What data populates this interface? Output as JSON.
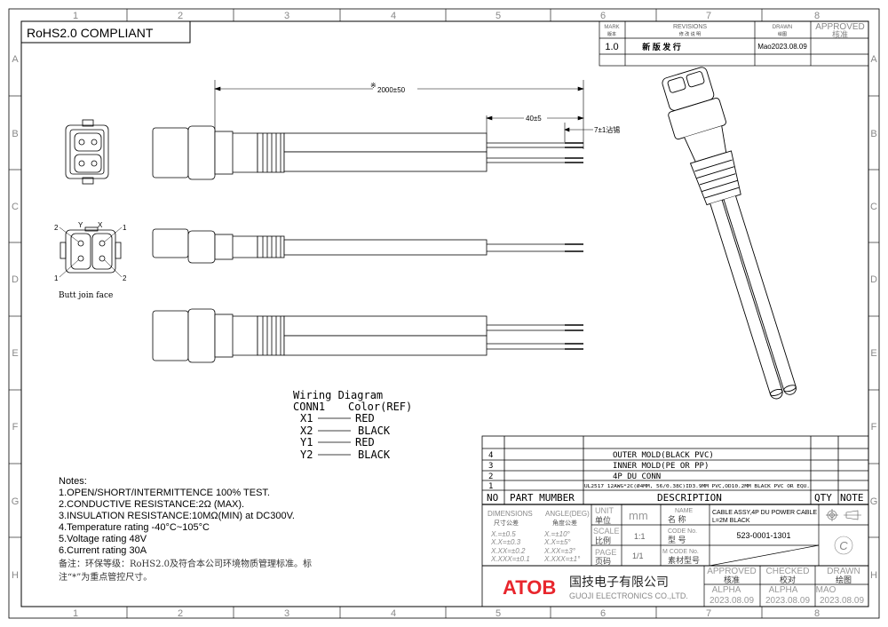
{
  "frame": {
    "columns": [
      "1",
      "2",
      "3",
      "4",
      "5",
      "6",
      "7",
      "8"
    ],
    "rows": [
      "A",
      "B",
      "C",
      "D",
      "E",
      "F",
      "G",
      "H"
    ]
  },
  "compliance_label": "RoHS2.0 COMPLIANT",
  "revisions": {
    "headers": {
      "mark": "MARK",
      "mark_cn": "版本",
      "revisions": "REVISIONS",
      "revisions_cn": "修 改 说 明",
      "drawn": "DRAWN",
      "drawn_cn": "绘图",
      "approved": "APPROVED",
      "approved_cn": "核准"
    },
    "rows": [
      {
        "mark": "1.0",
        "description": "新 版 发 行",
        "drawn": "Mao2023.08.09",
        "approved": ""
      }
    ]
  },
  "dimensions": {
    "overall": "2000±50",
    "overall_mark": "※",
    "strip_jacket": "40±5",
    "strip_wire": "7±1沾锡"
  },
  "connector_face": {
    "label": "Butt join face",
    "pins": {
      "y": "Y",
      "x": "X",
      "n2_left": "2",
      "n1_right": "1",
      "n1_left": "1",
      "n2_right": "2"
    }
  },
  "wiring": {
    "title": "Wiring  Diagram",
    "conn": "CONN1",
    "color_header": "Color(REF)",
    "rows": [
      {
        "pin": "X1",
        "color": "RED"
      },
      {
        "pin": "X2",
        "color": "BLACK"
      },
      {
        "pin": "Y1",
        "color": "RED"
      },
      {
        "pin": "Y2",
        "color": "BLACK"
      }
    ]
  },
  "notes": {
    "title": "Notes:",
    "items": [
      "1.OPEN/SHORT/INTERMITTENCE 100% TEST.",
      "2.CONDUCTIVE RESISTANCE:2Ω (MAX).",
      "3.INSULATION RESISTANCE:10MΩ(MIN) at DC300V.",
      "4.Temperature rating -40°C~105°C",
      "5.Voltage rating 48V",
      "6.Current rating 30A"
    ],
    "cn_line1": "备注：环保等级：RoHS2.0及符合本公司环境物质管理标准。标",
    "cn_line2": "注“*”为重点管控尺寸。"
  },
  "bom": {
    "rows": [
      {
        "no": "4",
        "part": "",
        "description": "OUTER MOLD(BLACK PVC)",
        "qty": "",
        "note": ""
      },
      {
        "no": "3",
        "part": "",
        "description": "INNER MOLD(PE OR PP)",
        "qty": "",
        "note": ""
      },
      {
        "no": "2",
        "part": "",
        "description": "4P DU CONN",
        "qty": "",
        "note": ""
      },
      {
        "no": "1",
        "part": "",
        "description": "UL2517 12AWG*2C(Ø4MM, 56/0.38C)ID3.9MM PVC,OD10.2MM BLACK PVC OR EQU.",
        "qty": "",
        "note": ""
      }
    ],
    "headers": {
      "no": "NO",
      "part": "PART MUMBER",
      "description": "DESCRIPTION",
      "qty": "QTY",
      "note": "NOTE"
    }
  },
  "title_block": {
    "dimensions_label": "DIMENSIONS",
    "dimensions_cn": "尺寸公差",
    "angle_label": "ANGLE(DEG)",
    "angle_cn": "角度公差",
    "tolerances": [
      "X.=±0.5",
      "X.X=±0.3",
      "X.XX=±0.2",
      "X.XXX=±0.1"
    ],
    "angle_tolerances": [
      "X.=±10°",
      "X.X=±5°",
      "X.XX=±3°",
      "X.XXX=±1°"
    ],
    "unit_label": "UNIT",
    "unit_cn": "单位",
    "unit": "mm",
    "scale_label": "SCALE",
    "scale_cn": "比例",
    "scale": "1:1",
    "page_label": "PAGE",
    "page_cn": "页码",
    "page": "1/1",
    "name_label": "NAME",
    "name_cn": "名    称",
    "name_line1": "CABLE ASSY,4P DU POWER CABLE",
    "name_line2": "L=2M BLACK",
    "code_label": "CODE No.",
    "code_cn": "型    号",
    "code": "523-0001-1301",
    "mcode_label": "M CODE No.",
    "mcode_cn": "素材型号",
    "mcode": "",
    "copyright": "C",
    "company_logo": "ATOB",
    "company_cn": "国技电子有限公司",
    "company_en": "GUOJI ELECTRONICS CO.,LTD.",
    "approved_label": "APPROVED",
    "approved_cn": "核准",
    "approved_by": "ALPHA",
    "approved_date": "2023.08.09",
    "checked_label": "CHECKED",
    "checked_cn": "校对",
    "checked_by": "ALPHA",
    "checked_date": "2023.08.09",
    "drawn_label": "DRAWN",
    "drawn_cn": "绘图",
    "drawn_by": "MAO",
    "drawn_date": "2023.08.09",
    "logo_color": "#e8262d",
    "logo_color2": "#1a6fc0"
  }
}
